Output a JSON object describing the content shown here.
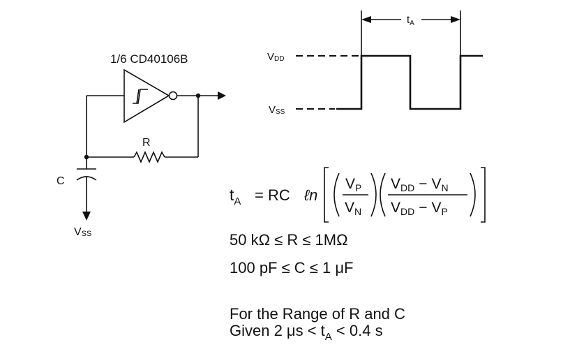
{
  "circuit": {
    "gate_label": "1/6 CD40106B",
    "resistor_label": "R",
    "capacitor_label": "C",
    "ground_label": "V",
    "ground_sub": "SS"
  },
  "timing": {
    "period_label": "t",
    "period_sub": "A",
    "vdd_label": "V",
    "vdd_sub": "DD",
    "vss_label": "V",
    "vss_sub": "SS"
  },
  "formula": {
    "t": "t",
    "t_sub": "A",
    "eq": "= RC",
    "ln": "ℓn",
    "v": "V",
    "p": "P",
    "n": "N",
    "dd": "DD",
    "minus": "−"
  },
  "constraints": {
    "r_range": "50 kΩ ≤ R ≤ 1MΩ",
    "c_range": "100 pF ≤ C ≤ 1 μF",
    "range_line1": "For the Range of R and C",
    "range_line2_pre": "Given 2 μs < t",
    "range_line2_sub": "A",
    "range_line2_post": " < 0.4 s"
  }
}
